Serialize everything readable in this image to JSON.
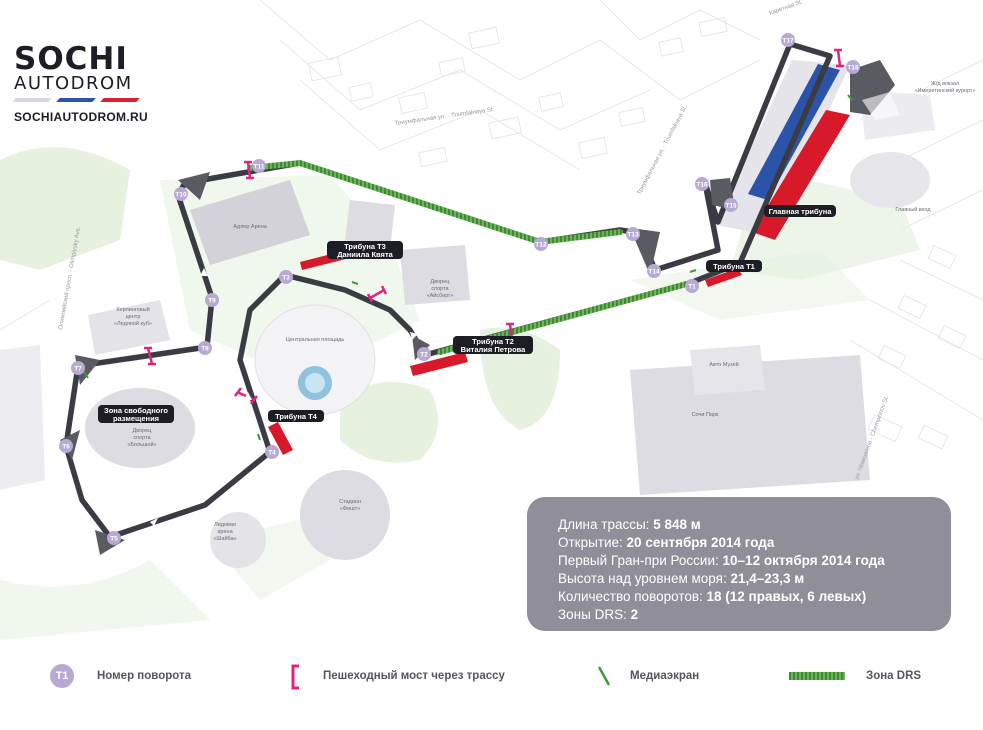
{
  "logo": {
    "main": "SOCHI",
    "sub": "AUTODROM",
    "stripe_colors": [
      "#ffffff",
      "#2b54a8",
      "#d3232f"
    ]
  },
  "website": "SOCHIAUTODROM.RU",
  "colors": {
    "track": "#3b3b44",
    "stand": "#d7192a",
    "bridge": "#e0237d",
    "drs": "#4c9a3c",
    "turn_marker": "#b8a9d2",
    "info_bg": "#8f8e99",
    "park": "#e3f0dd"
  },
  "info": {
    "rows": [
      {
        "label": "Длина трассы: ",
        "value": "5 848 м"
      },
      {
        "label": "Открытие: ",
        "value": "20 сентября 2014 года"
      },
      {
        "label": "Первый Гран-при России: ",
        "value": "10–12 октября 2014 года"
      },
      {
        "label": "Высота над уровнем моря: ",
        "value": "21,4–23,3 м"
      },
      {
        "label": "Количество поворотов: ",
        "value": "18 (12 правых, 6 левых)"
      },
      {
        "label": "Зоны DRS: ",
        "value": "2"
      }
    ]
  },
  "turns": [
    "T1",
    "T2",
    "T3",
    "T4",
    "T5",
    "T6",
    "T7",
    "T8",
    "T9",
    "T10",
    "T11",
    "T12",
    "T13",
    "T14",
    "T15",
    "T16",
    "T17",
    "T18"
  ],
  "stands": {
    "main": "Главная трибуна",
    "t1": "Трибуна T1",
    "t2_line1": "Трибуна T2",
    "t2_line2": "Виталия Петрова",
    "t3_line1": "Трибуна T3",
    "t3_line2": "Даниила Квята",
    "t4": "Трибуна T4",
    "free_line1": "Зона свободного",
    "free_line2": "размещения"
  },
  "places": {
    "adler_arena": "Адлер Арена",
    "curling_1": "Керлинговый",
    "curling_2": "центр",
    "curling_3": "«Ледяной куб»",
    "central_square": "Центральная площадь",
    "iceberg_1": "Дворец",
    "iceberg_2": "спорта",
    "iceberg_3": "«Айсберг»",
    "bolshoy_1": "Дворец",
    "bolshoy_2": "спорта",
    "bolshoy_3": "«Большой»",
    "shayba_1": "Ледовая",
    "shayba_2": "арена",
    "shayba_3": "«Шайба»",
    "fisht_1": "Стадион",
    "fisht_2": "«Фишт»",
    "auto_museum": "Авто Музей",
    "sochi_park": "Сочи Парк",
    "main_entrance": "Главный вход",
    "station_1": "Ж/д вокзал",
    "station_2": "«Имеретинский курорт»"
  },
  "streets": {
    "triumfalnaya": "Триумфальная ул. · Triumfalnaya St.",
    "triumfalnaya2": "Триумфальная ул. · Triumfalnaya St.",
    "olimpiysky": "Олимпийский просп. · Olimpiysky Ave.",
    "chempionov": "ул. Чемпионов · Chempionov St.",
    "karetnaya": "Каретная St."
  },
  "legend": {
    "turn_sample": "T1",
    "turn_number": "Номер поворота",
    "bridge": "Пешеходный мост через трассу",
    "media": "Медиаэкран",
    "drs": "Зона DRS"
  }
}
